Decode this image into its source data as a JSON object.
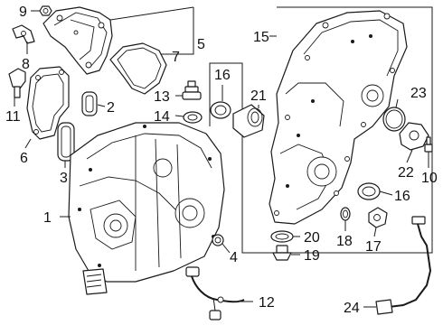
{
  "diagram": {
    "callouts": {
      "c1": "1",
      "c2": "2",
      "c3": "3",
      "c4": "4",
      "c5": "5",
      "c6": "6",
      "c7": "7",
      "c8": "8",
      "c9": "9",
      "c10": "10",
      "c11": "11",
      "c12": "12",
      "c13": "13",
      "c14": "14",
      "c15": "15",
      "c16a": "16",
      "c16b": "16",
      "c17": "17",
      "c18": "18",
      "c19": "19",
      "c20": "20",
      "c21": "21",
      "c22": "22",
      "c23": "23",
      "c24": "24"
    }
  }
}
